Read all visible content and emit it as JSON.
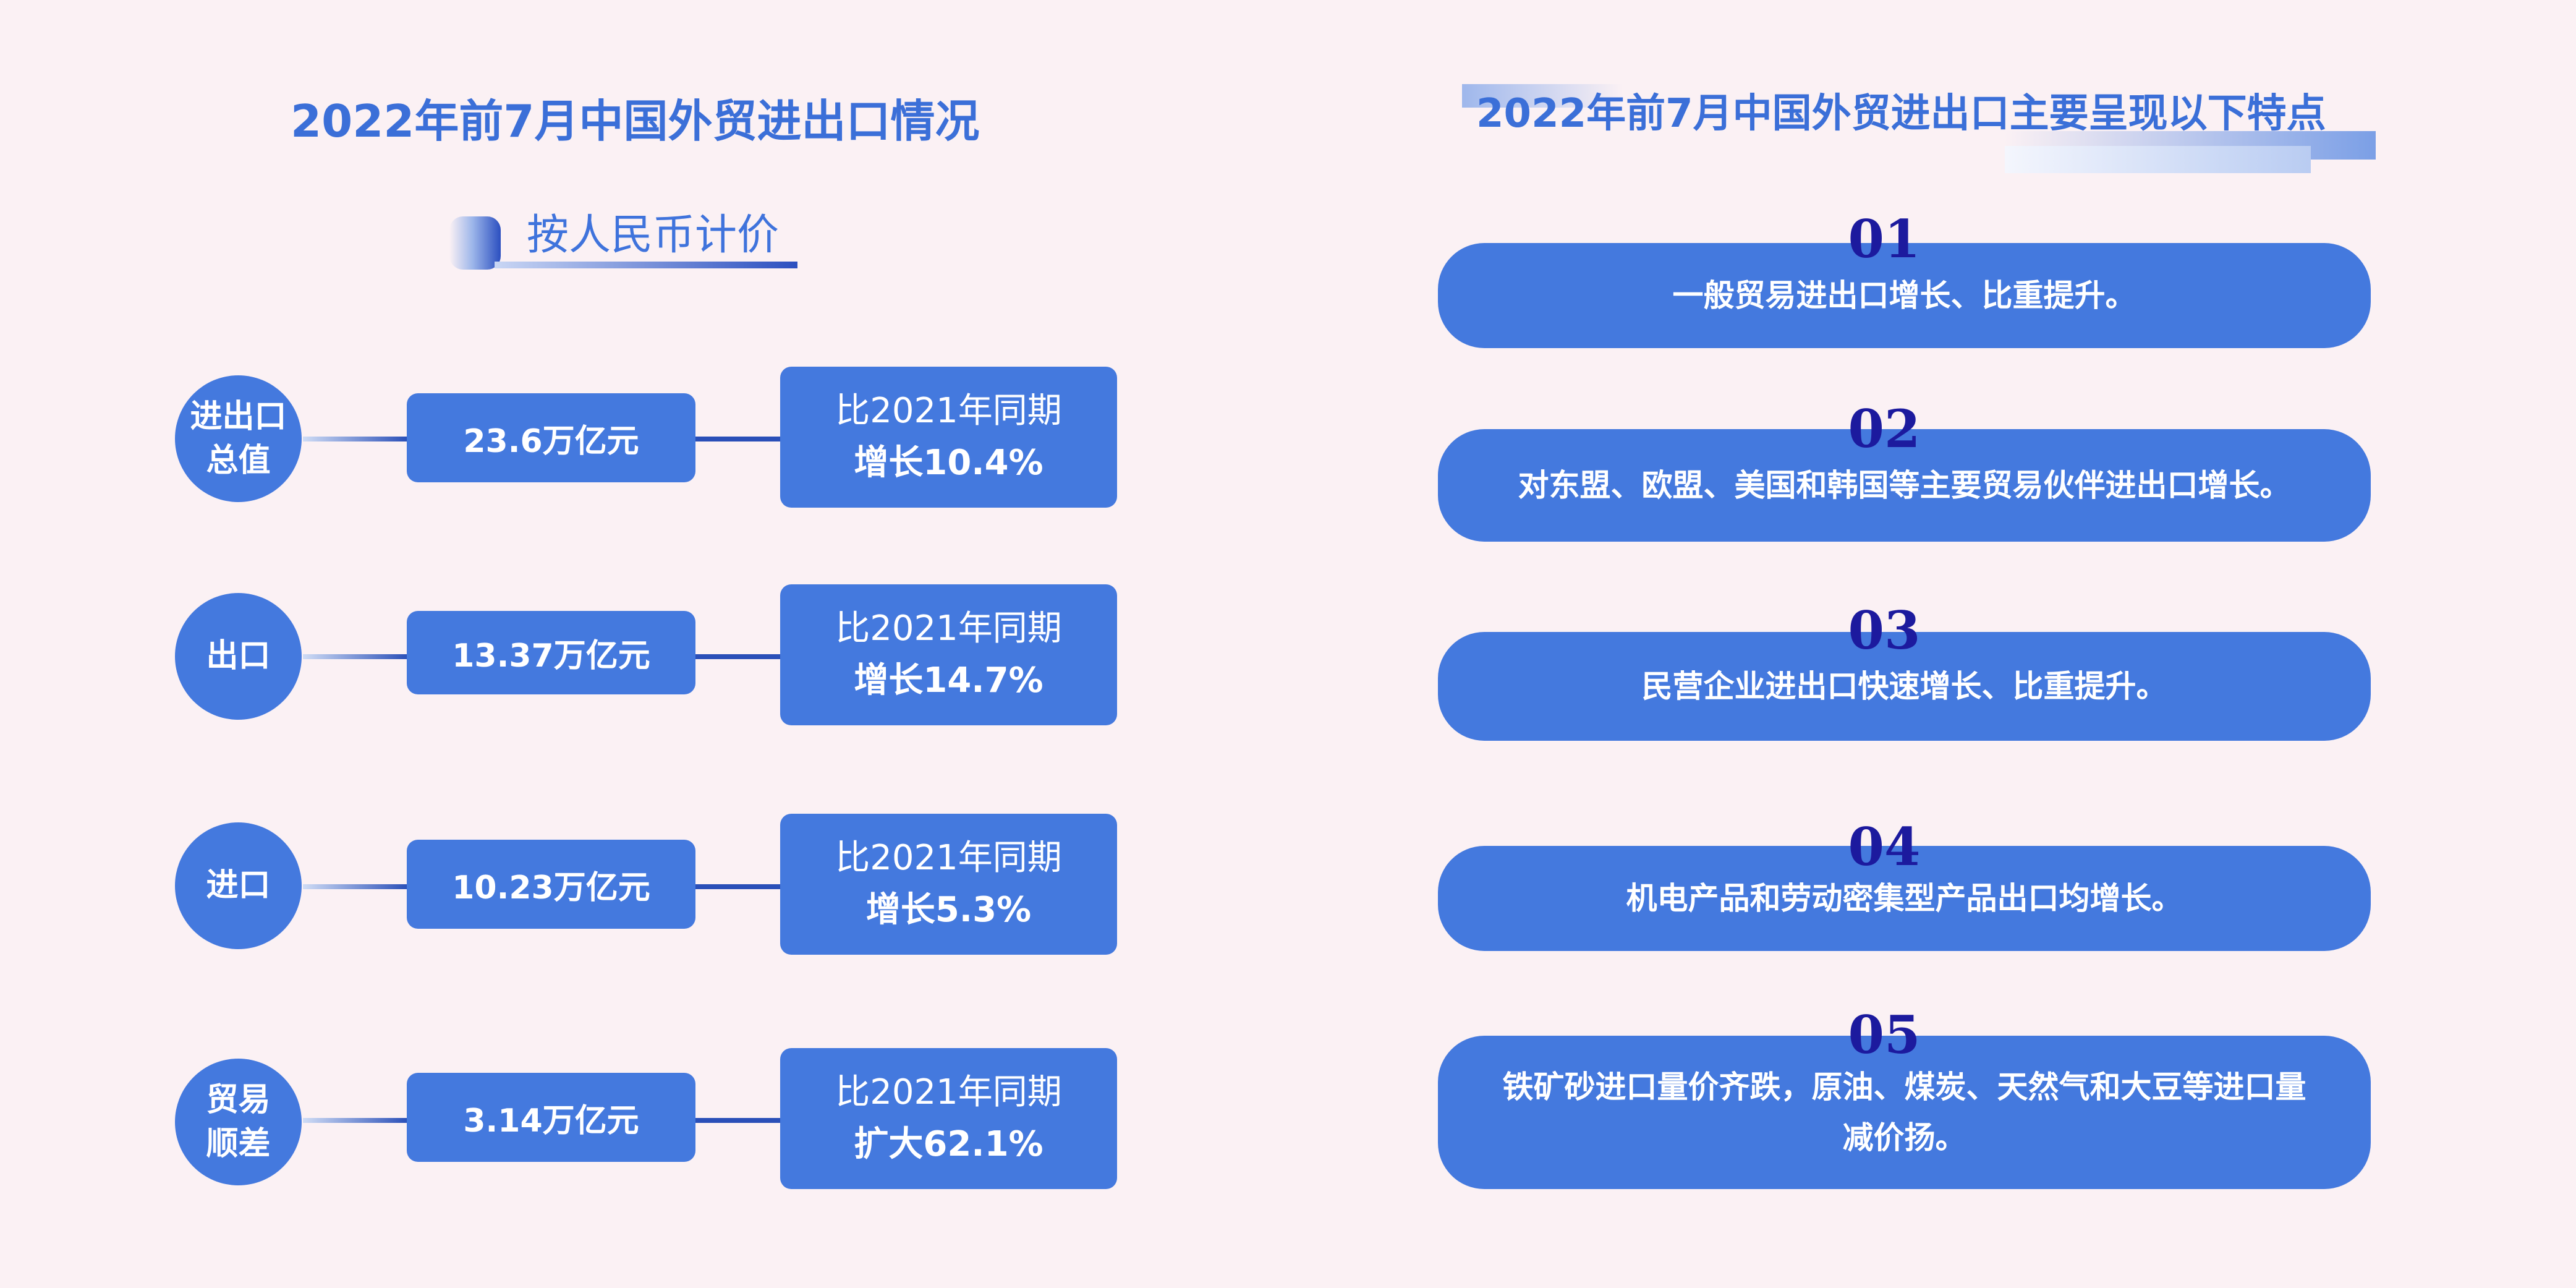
{
  "left": {
    "title": "2022年前7月中国外贸进出口情况",
    "subtitle": "按人民币计价",
    "rows": [
      {
        "label": "进出口\n总值",
        "value": "23.6万亿元",
        "compare": "比2021年同期",
        "change": "增长10.4%"
      },
      {
        "label": "出口",
        "value": "13.37万亿元",
        "compare": "比2021年同期",
        "change": "增长14.7%"
      },
      {
        "label": "进口",
        "value": "10.23万亿元",
        "compare": "比2021年同期",
        "change": "增长5.3%"
      },
      {
        "label": "贸易\n顺差",
        "value": "3.14万亿元",
        "compare": "比2021年同期",
        "change": "扩大62.1%"
      }
    ]
  },
  "right": {
    "title": "2022年前7月中国外贸进出口主要呈现以下特点",
    "items": [
      {
        "num": "01",
        "text": "一般贸易进出口增长、比重提升。"
      },
      {
        "num": "02",
        "text": "对东盟、欧盟、美国和韩国等主要贸易伙伴进出口增长。"
      },
      {
        "num": "03",
        "text": "民营企业进出口快速增长、比重提升。"
      },
      {
        "num": "04",
        "text": "机电产品和劳动密集型产品出口均增长。"
      },
      {
        "num": "05",
        "text": "铁矿砂进口量价齐跌，原油、煤炭、天然气和大豆等进口量减价扬。"
      }
    ]
  }
}
